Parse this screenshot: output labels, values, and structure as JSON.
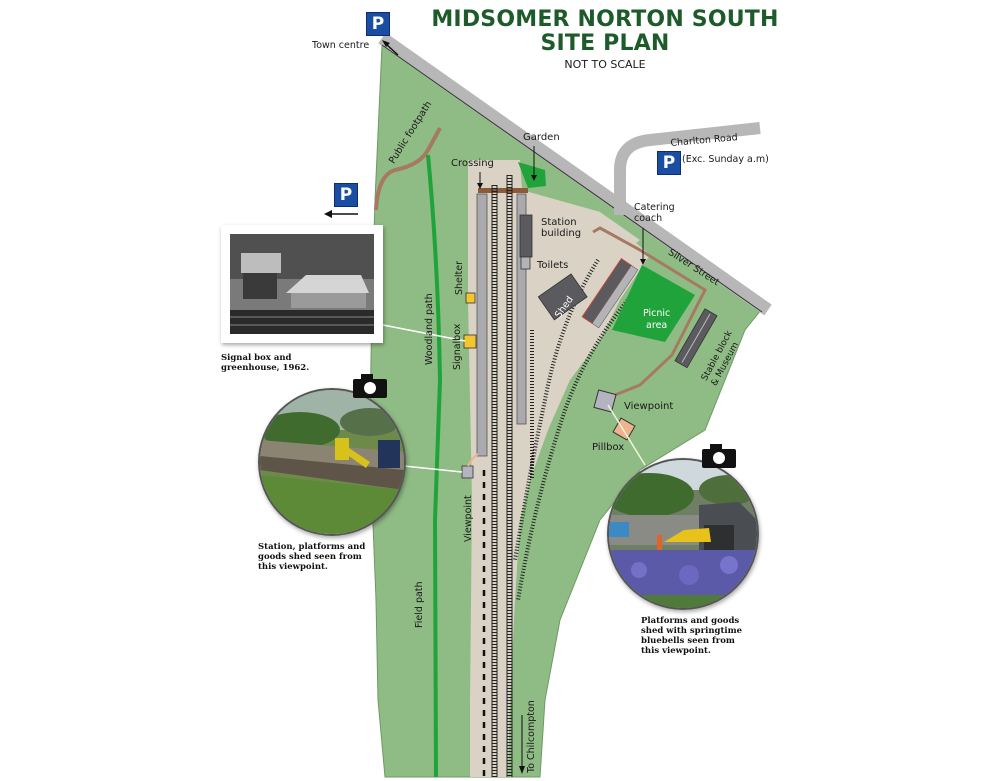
{
  "title": {
    "line1": "MIDSOMER NORTON SOUTH",
    "line2": "SITE PLAN",
    "subtitle": "NOT TO SCALE"
  },
  "colors": {
    "title_green": "#1d5b2a",
    "grass": "#8fbb84",
    "bright_green": "#1fa33a",
    "station_ground": "#d9d2c5",
    "road": "#b7b7b7",
    "path_brown": "#a67a62",
    "building_dark": "#5b5b5f",
    "parking_blue": "#1a4ea3",
    "shelter_yellow": "#f2c62e",
    "pillbox_orange": "#f0b38d"
  },
  "parking": [
    {
      "id": "top",
      "glyph": "P",
      "label": "Town centre"
    },
    {
      "id": "left",
      "glyph": "P",
      "label": ""
    },
    {
      "id": "charlton",
      "glyph": "P",
      "label": "(Exc. Sunday a.m)"
    }
  ],
  "roads": {
    "charlton_road": "Charlton Road",
    "silver_street": "Silver Street"
  },
  "labels": {
    "town_centre": "Town centre",
    "public_footpath": "Public footpath",
    "garden": "Garden",
    "crossing": "Crossing",
    "station_building_1": "Station",
    "station_building_2": "building",
    "toilets": "Toilets",
    "catering_1": "Catering",
    "catering_2": "coach",
    "shed": "Shed",
    "picnic_1": "Picnic",
    "picnic_2": "area",
    "stable_block_1": "Stable block",
    "stable_block_2": "& Museum",
    "shelter": "Shelter",
    "signalbox": "Signalbox",
    "woodland_path": "Woodland path",
    "viewpoint_left": "Viewpoint",
    "viewpoint_right": "Viewpoint",
    "pillbox": "Pillbox",
    "field_path": "Field path",
    "to_chilcompton": "To Chilcompton"
  },
  "photos": [
    {
      "id": "signal-box",
      "caption_lines": [
        "Signal box and",
        "greenhouse, 1962."
      ]
    },
    {
      "id": "station-view",
      "caption_lines": [
        "Station, platforms and",
        "goods shed seen from",
        "this viewpoint."
      ]
    },
    {
      "id": "bluebells-view",
      "caption_lines": [
        "Platforms and goods",
        "shed with springtime",
        "bluebells seen from",
        "this viewpoint."
      ]
    }
  ],
  "icons": {
    "parking": "parking-sign-icon",
    "camera": "camera-icon",
    "arrow": "arrow-icon"
  }
}
